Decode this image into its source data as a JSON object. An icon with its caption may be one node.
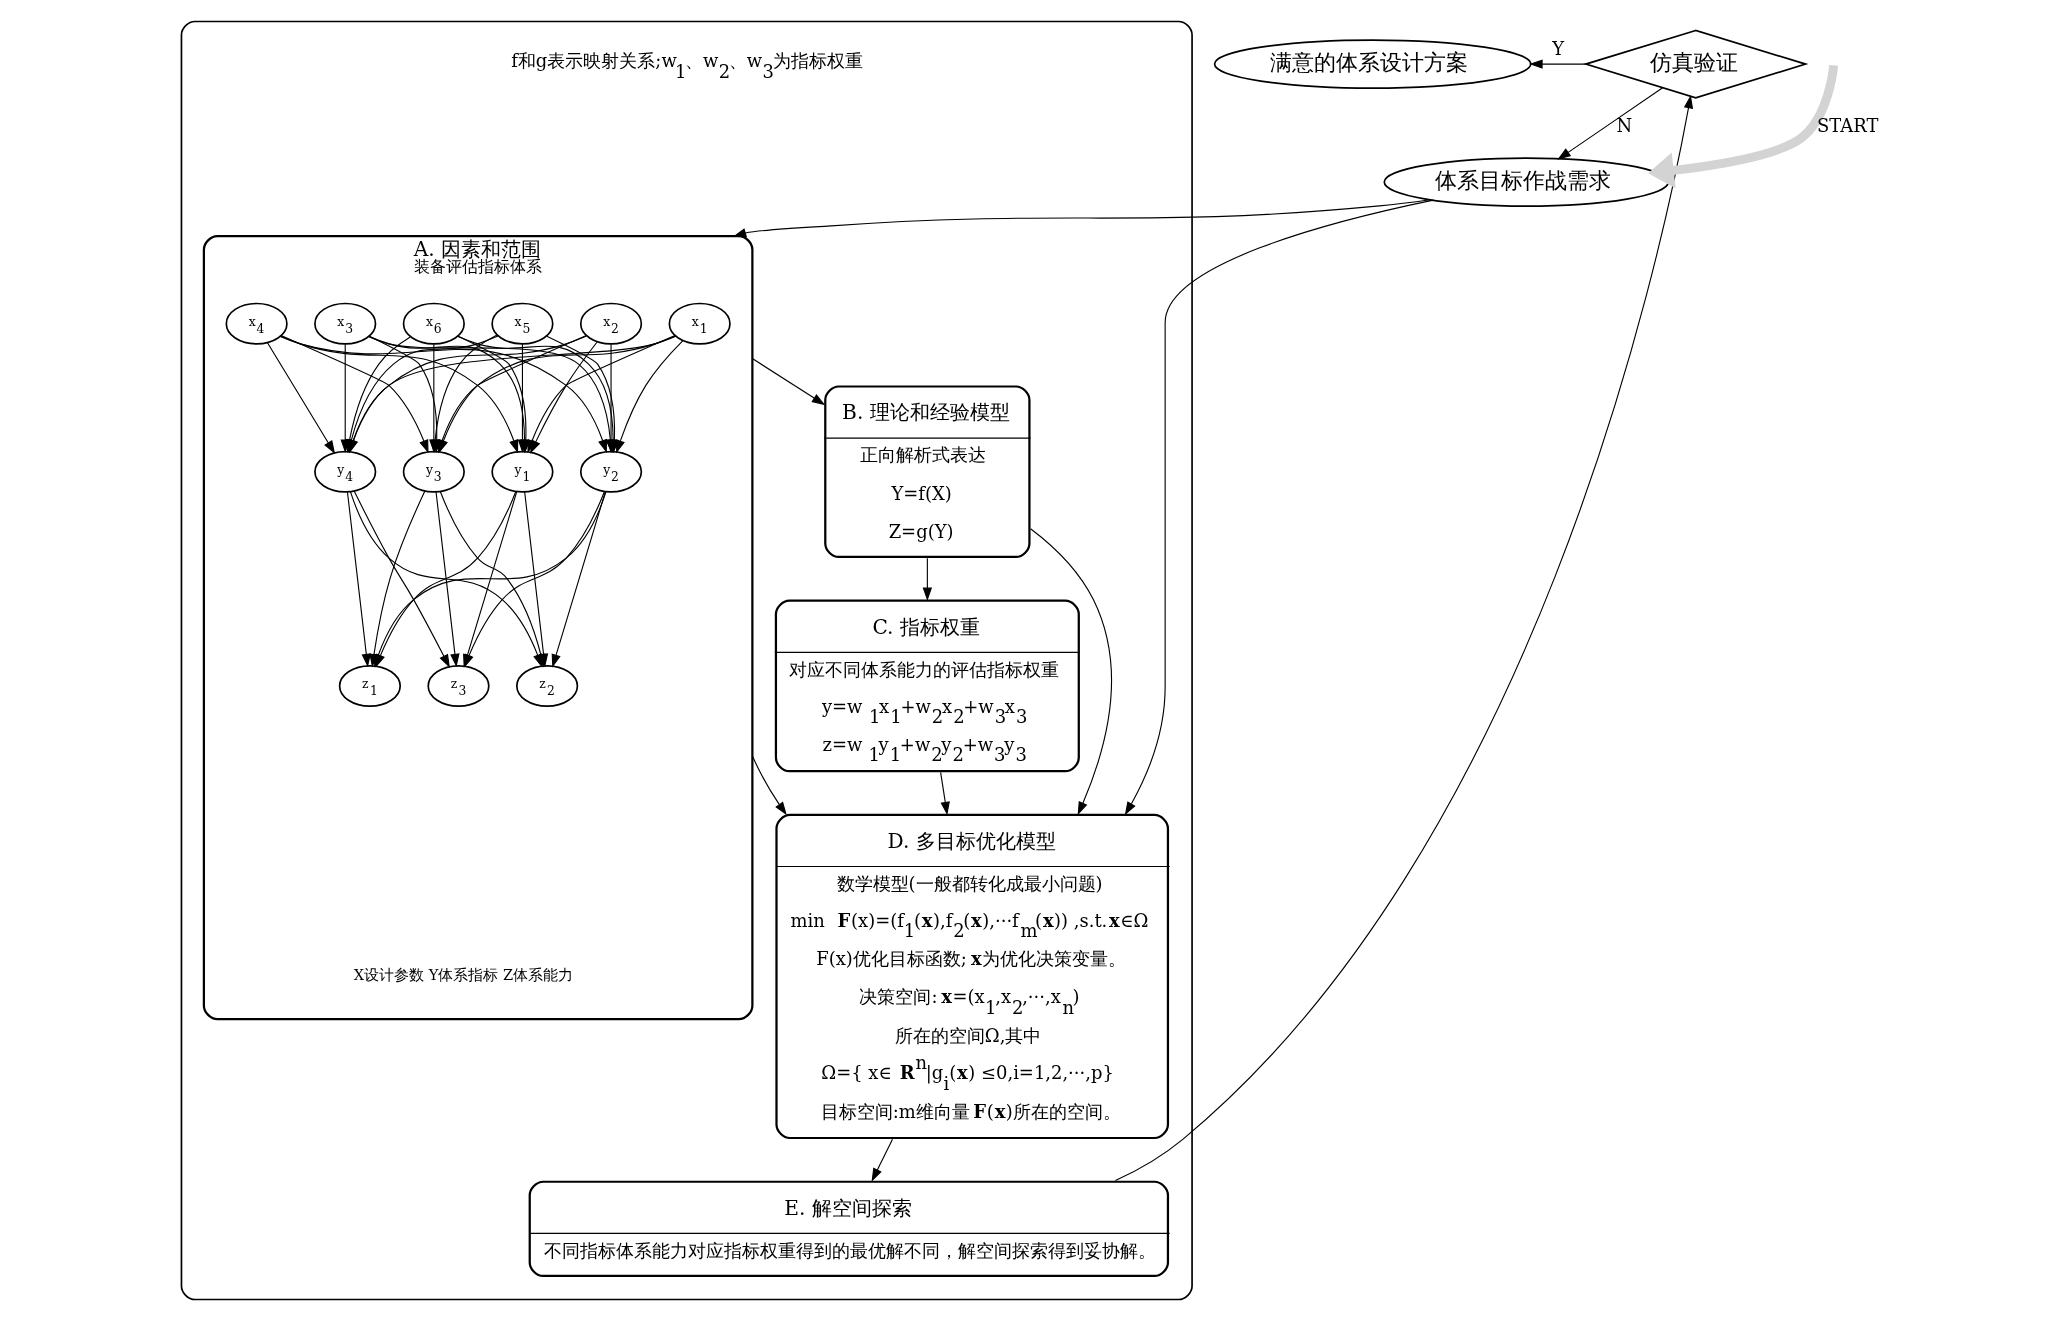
{
  "diagram": {
    "nodes": [
      {
        "text": [
          "满意的体系设计方案"
        ]
      },
      {
        "text": [
          "体系目标作战需求"
        ]
      },
      {
        "text": [
          "仿真验证"
        ]
      },
      {
        "text": [],
        "shape": "box"
      },
      {
        "text": [
          "A. 因素和范围",
          "装备评估指标体系"
        ],
        "in": 3,
        "beside": [
          "X设计参数 Y体系指标 Z体系能力"
        ]
      },
      {
        "text": [
          "x$_{1}$"
        ],
        "in": 4
      },
      {
        "text": [
          "x$_{2}$"
        ],
        "in": 4
      },
      {
        "text": [
          "x$_{3}$"
        ],
        "in": 4
      },
      {
        "text": [
          "x$_{4}$"
        ],
        "in": 4
      },
      {
        "text": [
          "x$_{5}$"
        ],
        "in": 4
      },
      {
        "text": [
          "x$_{6}$"
        ],
        "in": 4
      },
      {
        "text": [
          "y$_{1}$"
        ],
        "in": 4
      },
      {
        "text": [
          "y$_{2}$"
        ],
        "in": 4
      },
      {
        "text": [
          "y$_{3}$"
        ],
        "in": 4
      },
      {
        "text": [
          "y$_{4}$"
        ],
        "in": 4
      },
      {
        "text": [
          "z$_{1}$"
        ],
        "in": 4
      },
      {
        "text": [
          "z$_{2}$"
        ],
        "in": 4
      },
      {
        "text": [
          "z$_{3}$"
        ],
        "in": 4
      },
      {
        "text": [
          "B. 理论和经验模型",
          "正向解析式表达",
          "Y=f(X)",
          "Z=g(Y)"
        ],
        "in": 3
      },
      {
        "text": [
          "D. 多目标优化模型",
          "数学模型(一般都转化成最小问题)",
          "min **F**(x)=(f$_{1}$(**x**),f$_{2}$(**x**),···f$_{m}$(**x**)) ,s.t.**x**∈Ω",
          "F(x)优化目标函数;**x**为优化决策变量。",
          "决策空间:**x**=(x$_{1}$,x$_{2}$,···,x$_{n}$)",
          "所在的空间Ω,其中",
          "Ω={ x∈**R**$^{n}$|g$_{i}$(**x**) ≤0,i=1,2,···,p}",
          "目标空间:m维向量**F**(**x**)所在的空间。"
        ],
        "in": 3
      },
      {
        "text": [
          "E. 解空间探索",
          "不同指标体系能力对应指标权重得到的最优解不同，解空间探索得到妥协解。"
        ],
        "in": 3
      },
      {
        "text": [
          "C. 指标权重",
          "对应不同体系能力的评估指标权重",
          "y=w$_{1}$x$_{1}$+w$_{2}$x$_{2}$+w$_{3}$x$_{3}$",
          "z=w$_{1}$y$_{1}$+w$_{2}$y$_{2}$+w$_{3}$y$_{3}$"
        ],
        "in": 3
      }
    ],
    "edges": [
      {
        "from": null,
        "to": 1,
        "arrow": "to",
        "label": "START",
        "style": "thick",
        "color": "#d3d3d3"
      },
      {
        "from": 1,
        "to": 4,
        "arrow": "to"
      },
      {
        "from": 1,
        "to": 19,
        "arrow": "to"
      },
      {
        "from": 4,
        "to": 18,
        "arrow": "to"
      },
      {
        "from": 4,
        "to": 19,
        "arrow": "to"
      },
      {
        "from": 18,
        "to": 19,
        "arrow": "to"
      },
      {
        "from": 18,
        "to": 21,
        "arrow": "to"
      },
      {
        "from": 21,
        "to": 19,
        "arrow": "to"
      },
      {
        "from": 19,
        "to": 20,
        "arrow": "to"
      },
      {
        "from": 20,
        "to": 2,
        "arrow": "to"
      },
      {
        "from": 2,
        "to": 1,
        "arrow": "to",
        "label": "N"
      },
      {
        "from": 2,
        "to": 0,
        "arrow": "to",
        "label": "Y"
      },
      {
        "from": 5,
        "to": 11,
        "arrow": "to"
      },
      {
        "from": 5,
        "to": 12,
        "arrow": "to"
      },
      {
        "from": 5,
        "to": 13,
        "arrow": "to"
      },
      {
        "from": 5,
        "to": 14,
        "arrow": "to"
      },
      {
        "from": 6,
        "to": 11,
        "arrow": "to"
      },
      {
        "from": 6,
        "to": 12,
        "arrow": "to"
      },
      {
        "from": 6,
        "to": 13,
        "arrow": "to"
      },
      {
        "from": 6,
        "to": 14,
        "arrow": "to"
      },
      {
        "from": 7,
        "to": 11,
        "arrow": "to"
      },
      {
        "from": 7,
        "to": 12,
        "arrow": "to"
      },
      {
        "from": 7,
        "to": 13,
        "arrow": "to"
      },
      {
        "from": 7,
        "to": 14,
        "arrow": "to"
      },
      {
        "from": 8,
        "to": 11,
        "arrow": "to"
      },
      {
        "from": 8,
        "to": 12,
        "arrow": "to"
      },
      {
        "from": 8,
        "to": 13,
        "arrow": "to"
      },
      {
        "from": 8,
        "to": 14,
        "arrow": "to"
      },
      {
        "from": 9,
        "to": 11,
        "arrow": "to"
      },
      {
        "from": 9,
        "to": 12,
        "arrow": "to"
      },
      {
        "from": 9,
        "to": 13,
        "arrow": "to"
      },
      {
        "from": 9,
        "to": 14,
        "arrow": "to"
      },
      {
        "from": 10,
        "to": 11,
        "arrow": "to"
      },
      {
        "from": 10,
        "to": 12,
        "arrow": "to"
      },
      {
        "from": 10,
        "to": 13,
        "arrow": "to"
      },
      {
        "from": 10,
        "to": 14,
        "arrow": "to"
      },
      {
        "from": 11,
        "to": 15,
        "arrow": "to"
      },
      {
        "from": 11,
        "to": 16,
        "arrow": "to"
      },
      {
        "from": 11,
        "to": 17,
        "arrow": "to"
      },
      {
        "from": 12,
        "to": 15,
        "arrow": "to"
      },
      {
        "from": 12,
        "to": 16,
        "arrow": "to"
      },
      {
        "from": 12,
        "to": 17,
        "arrow": "to"
      },
      {
        "from": 13,
        "to": 15,
        "arrow": "to"
      },
      {
        "from": 13,
        "to": 16,
        "arrow": "to"
      },
      {
        "from": 13,
        "to": 17,
        "arrow": "to"
      },
      {
        "from": 14,
        "to": 15,
        "arrow": "to"
      },
      {
        "from": 14,
        "to": 16,
        "arrow": "to"
      },
      {
        "from": 14,
        "to": 17,
        "arrow": "to"
      }
    ],
    "labels": [
      "f和g表示映射关系;w$_{1}$、w$_{2}$、w$_{3}$为指标权重"
    ]
  }
}
